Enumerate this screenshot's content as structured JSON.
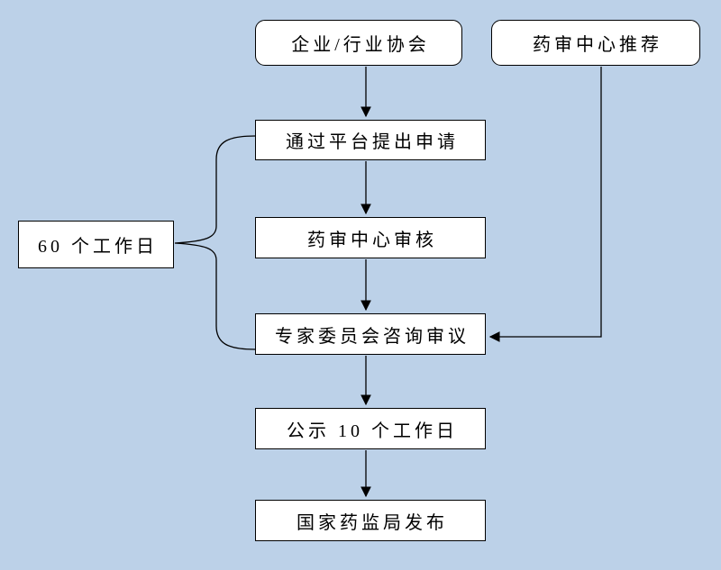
{
  "diagram": {
    "title": "drug-review-application-flowchart",
    "colors": {
      "background": "#bcd1e8",
      "node_fill": "#ffffff",
      "stroke": "#000000",
      "text": "#000000"
    },
    "nodes": [
      {
        "id": "enterprise",
        "label": "企业/行业协会",
        "shape": "rounded-rectangle"
      },
      {
        "id": "recommend",
        "label": "药审中心推荐",
        "shape": "rounded-rectangle"
      },
      {
        "id": "apply",
        "label": "通过平台提出申请",
        "shape": "rectangle"
      },
      {
        "id": "review",
        "label": "药审中心审核",
        "shape": "rectangle"
      },
      {
        "id": "expert",
        "label": "专家委员会咨询审议",
        "shape": "rectangle"
      },
      {
        "id": "publicity",
        "label": "公示 10 个工作日",
        "shape": "rectangle"
      },
      {
        "id": "nmpa",
        "label": "国家药监局发布",
        "shape": "rectangle"
      },
      {
        "id": "duration",
        "label": "60 个工作日",
        "shape": "rectangle"
      }
    ],
    "edges": [
      {
        "from": "enterprise",
        "to": "apply",
        "type": "arrow"
      },
      {
        "from": "apply",
        "to": "review",
        "type": "arrow"
      },
      {
        "from": "review",
        "to": "expert",
        "type": "arrow"
      },
      {
        "from": "expert",
        "to": "publicity",
        "type": "arrow"
      },
      {
        "from": "publicity",
        "to": "nmpa",
        "type": "arrow"
      },
      {
        "from": "recommend",
        "to": "expert",
        "type": "arrow-elbow"
      },
      {
        "from": "duration",
        "to": "apply+expert",
        "type": "curly-brace"
      }
    ]
  }
}
